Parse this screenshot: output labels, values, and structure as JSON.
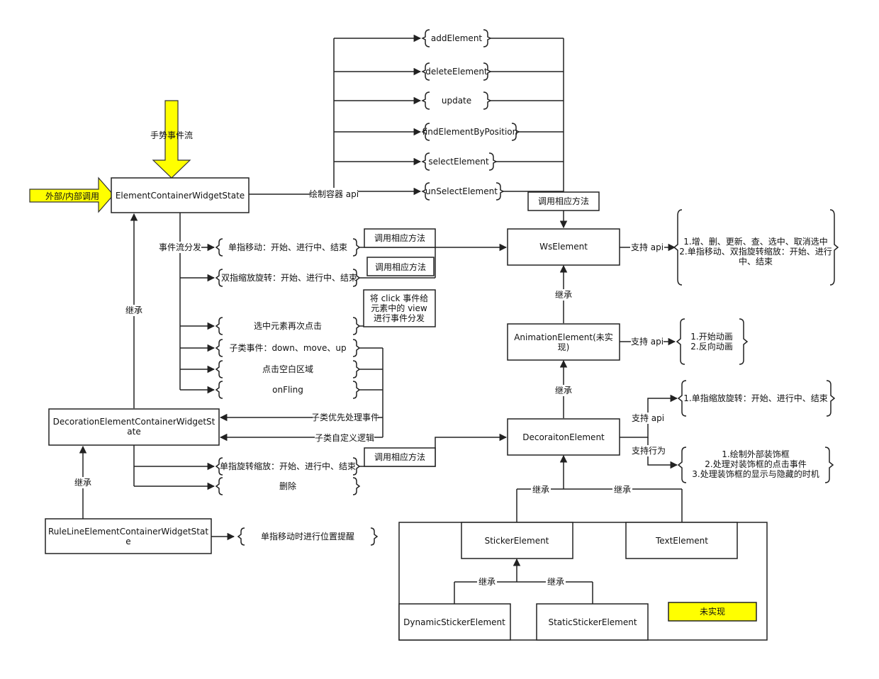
{
  "colors": {
    "highlight": "#ffff00",
    "line": "#222222",
    "background": "#ffffff"
  },
  "inputs": {
    "gesture_stream": "手势事件流",
    "external_call": "外部/内部调用"
  },
  "classes": {
    "container_state": "ElementContainerWidgetState",
    "decoration_container": [
      "DecorationElementContainerWidgetSt",
      "ate"
    ],
    "ruleline_container": [
      "RuleLineElementContainerWidgetStat",
      "e"
    ],
    "ws_element": "WsElement",
    "animation_element": [
      "AnimationElement(未实",
      "现)"
    ],
    "decoration_element": "DecoraitonElement",
    "sticker_element": "StickerElement",
    "text_element": "TextElement",
    "dynamic_sticker": "DynamicStickerElement",
    "static_sticker": "StaticStickerElement"
  },
  "api_methods": [
    "addElement",
    "deleteElement",
    "update",
    "findElementByPosition",
    "selectElement",
    "unSelectElement"
  ],
  "labels": {
    "draw_container_api": "绘制容器 api",
    "call_methods": "调用相应方法",
    "event_dispatch": "事件流分发",
    "inherit": "继承",
    "support_api": "支持 api",
    "support_behavior": "支持行为",
    "subclass_priority": "子类优先处理事件",
    "subclass_custom_logic": "子类自定义逻辑",
    "click_dispatch": [
      "将 click 事件给",
      "元素中的 view",
      "进行事件分发"
    ],
    "not_implemented": "未实现"
  },
  "events": {
    "single_move": "单指移动：开始、进行中、结束",
    "double_rotate": "双指缩放旋转：开始、进行中、结束",
    "reclick_selected": "选中元素再次点击",
    "subclass_events": "子类事件：down、move、up",
    "click_blank": "点击空白区域",
    "on_fling": "onFling",
    "single_rotate_scale": "单指旋转缩放：开始、进行中、结束",
    "delete": "删除",
    "single_move_hint": "单指移动时进行位置提醒"
  },
  "ws_api": [
    "1.增、删、更新、查、选中、取消选中",
    "2.单指移动、双指旋转缩放：开始、进行",
    "中、结束"
  ],
  "animation_api": [
    "1.开始动画",
    "2.反向动画"
  ],
  "decoration_api": "1.单指缩放旋转：开始、进行中、结束",
  "decoration_behavior": [
    "1.绘制外部装饰框",
    "2.处理对装饰框的点击事件",
    "3.处理装饰框的显示与隐藏的时机"
  ]
}
